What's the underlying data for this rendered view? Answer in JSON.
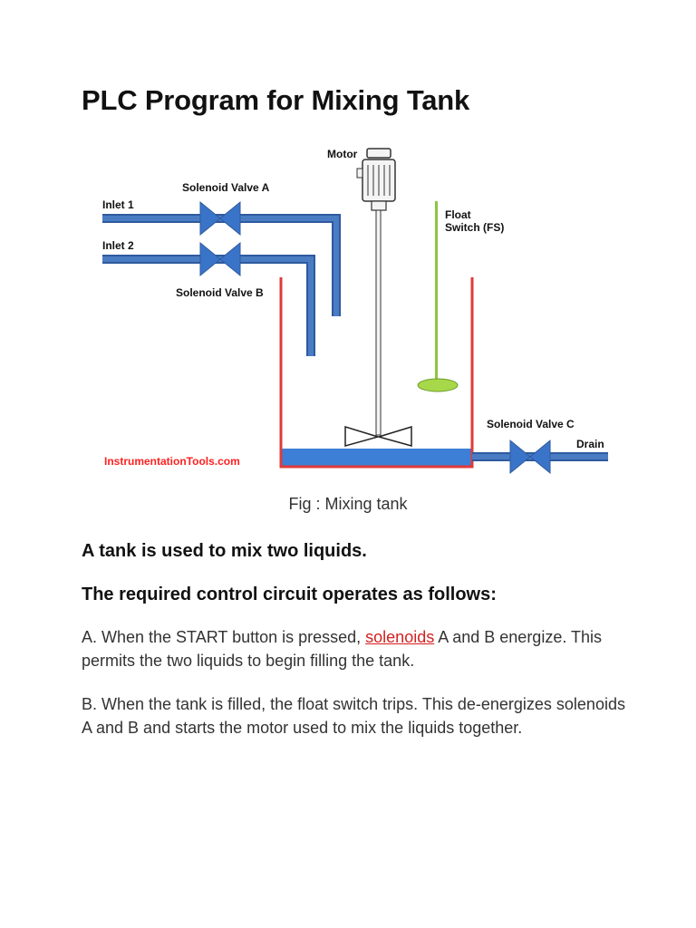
{
  "page": {
    "title": "PLC Program for Mixing Tank",
    "caption": "Fig : Mixing tank",
    "heading1": "A tank is used to mix two liquids.",
    "heading2": "The required control circuit operates as follows:",
    "para_a": {
      "before": "A. When the START button is pressed, ",
      "link": "solenoids",
      "after": " A and B energize. This permits the two liquids to begin filling the tank."
    },
    "para_b": "B. When the tank is filled, the float switch trips. This de-energizes solenoids A and B and starts the motor used to mix the liquids together."
  },
  "diagram": {
    "labels": {
      "motor": "Motor",
      "valve_a": "Solenoid Valve A",
      "valve_b": "Solenoid Valve B",
      "valve_c": "Solenoid Valve C",
      "inlet1": "Inlet 1",
      "inlet2": "Inlet 2",
      "float1": "Float",
      "float2": "Switch (FS)",
      "drain": "Drain",
      "watermark": "InstrumentationTools.com"
    },
    "colors": {
      "pipe": "#4a7cc4",
      "pipe_edge": "#2e5a9e",
      "tank": "#e03a3a",
      "liquid": "#3d7fd6",
      "float": "#8cc63f",
      "watermark": "#ff2020"
    }
  }
}
